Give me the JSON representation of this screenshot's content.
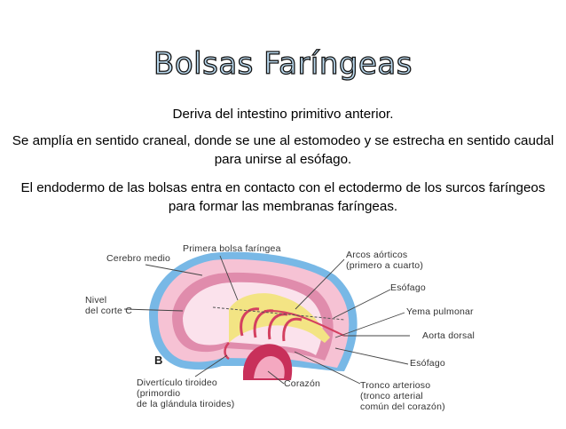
{
  "slide": {
    "title": "Bolsas Faríngeas",
    "paragraphs": [
      "Deriva del intestino primitivo anterior.",
      "Se amplía en sentido craneal, donde se une al estomodeo y se estrecha en sentido caudal para unirse al esófago.",
      "El endodermo de las bolsas entra en contacto con el ectodermo de los surcos faríngeos para formar las membranas faríngeas."
    ]
  },
  "diagram": {
    "panel_letter": "B",
    "labels": {
      "cerebro_medio": "Cerebro medio",
      "primera_bolsa": "Primera bolsa faríngea",
      "arcos_aorticos": "Arcos aórticos\n(primero a cuarto)",
      "esofago_top": "Esófago",
      "nivel_corte": "Nivel\ndel corte C",
      "yema_pulmonar": "Yema pulmonar",
      "aorta_dorsal": "Aorta dorsal",
      "esofago_bottom": "Esófago",
      "diverticulo": "Divertículo tiroideo\n(primordio\nde la glándula tiroides)",
      "corazon": "Corazón",
      "tronco": "Tronco arterioso\n(tronco arterial\ncomún del corazón)"
    },
    "colors": {
      "ectoderm": "#78b8e6",
      "mesoderm": "#f6c2d4",
      "inner_wall": "#e08cac",
      "endoderm": "#f3e484",
      "arches": "#d44060",
      "leader": "#444444"
    }
  }
}
